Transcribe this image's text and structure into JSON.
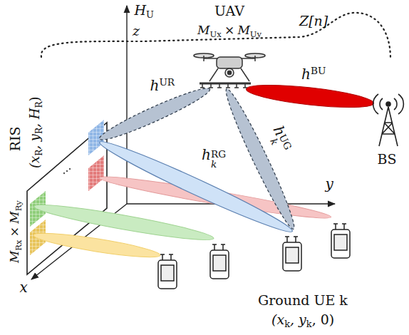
{
  "diagram": {
    "labels": [
      "H",
      "U",
      "z",
      "UAV",
      "M",
      "Ux",
      "×",
      "M",
      "Uy",
      "Z[n]",
      "h",
      "UR",
      "h",
      "BU",
      "h",
      "k",
      "UG",
      "h",
      "k",
      "RG",
      "RIS",
      "(x",
      "R",
      ", y",
      "R",
      ", H",
      "R",
      ")",
      "M",
      "Rx",
      "×",
      "M",
      "Ry",
      "y",
      "x",
      "BS",
      "Ground UE k",
      "(x",
      "k",
      ", y",
      "k",
      ", 0)"
    ]
  }
}
